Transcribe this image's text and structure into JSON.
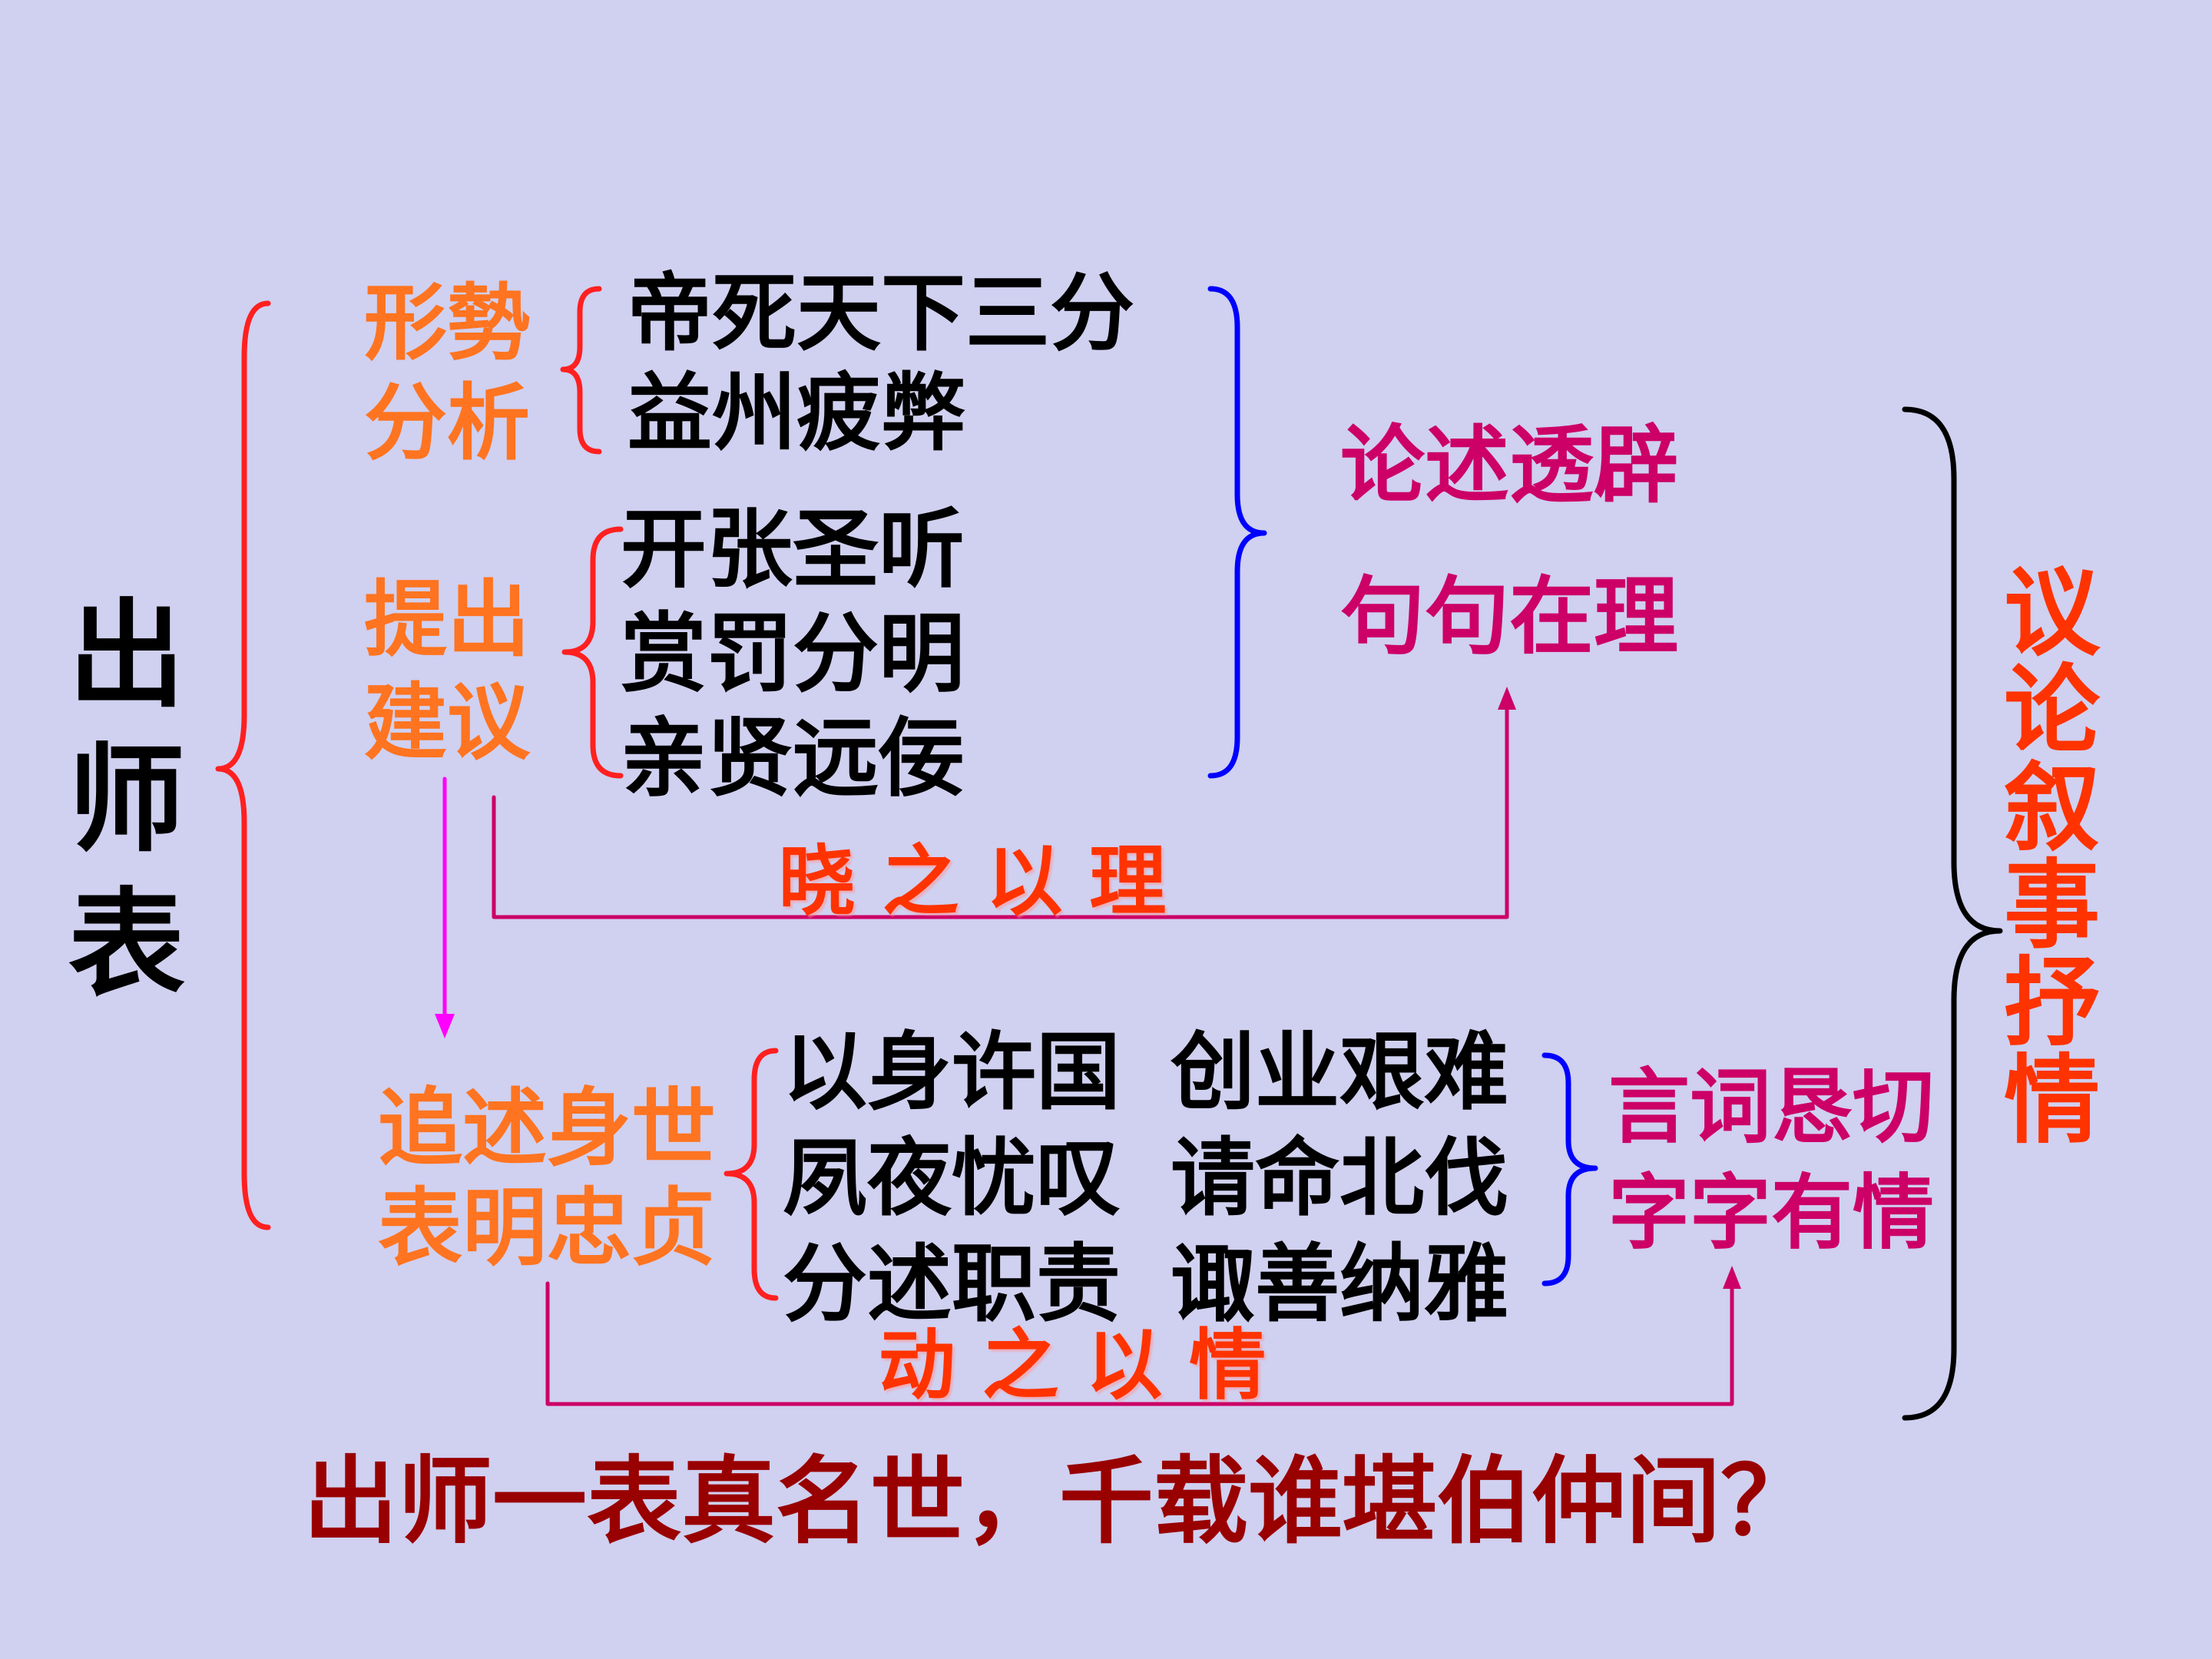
{
  "title_vertical": "出师表",
  "upper_section": {
    "situation_analysis": {
      "label_lines": [
        "形勢",
        "分析"
      ],
      "items": [
        "帝死天下三分",
        "益州疲弊"
      ]
    },
    "proposals": {
      "label_lines": [
        "提出",
        "建议"
      ],
      "items": [
        "开张圣听",
        "赏罚分明",
        "亲贤远佞"
      ]
    },
    "summary_lines": [
      "论述透辟",
      "句句在理"
    ],
    "connector_label": "晓 之 以 理"
  },
  "lower_section": {
    "label_lines": [
      "追述身世",
      "表明忠贞"
    ],
    "rows": [
      [
        "以身许国",
        "创业艰难"
      ],
      [
        "夙夜忧叹",
        "请命北伐"
      ],
      [
        "分述职责",
        "诹善纳雅"
      ]
    ],
    "summary_lines": [
      "言词恳切",
      "字字有情"
    ],
    "connector_label": "动 之 以 情"
  },
  "overall_summary": "议论叙事抒情",
  "closing_quote": "出师一表真名世，千载谁堪伯仲间？",
  "colors": {
    "background": "#D0D0F0",
    "title_black": "#000000",
    "label_orange": "#FF7420",
    "item_black": "#000000",
    "summary_crimson": "#CC0066",
    "connector_label_red": "#FF3300",
    "overall_red": "#FF3300",
    "closing_darkred": "#990000",
    "brace_red": "#FF2020",
    "brace_blue": "#0000FF",
    "brace_black": "#000000",
    "connector_crimson": "#CC0066",
    "arrow_magenta": "#FF00FF"
  }
}
